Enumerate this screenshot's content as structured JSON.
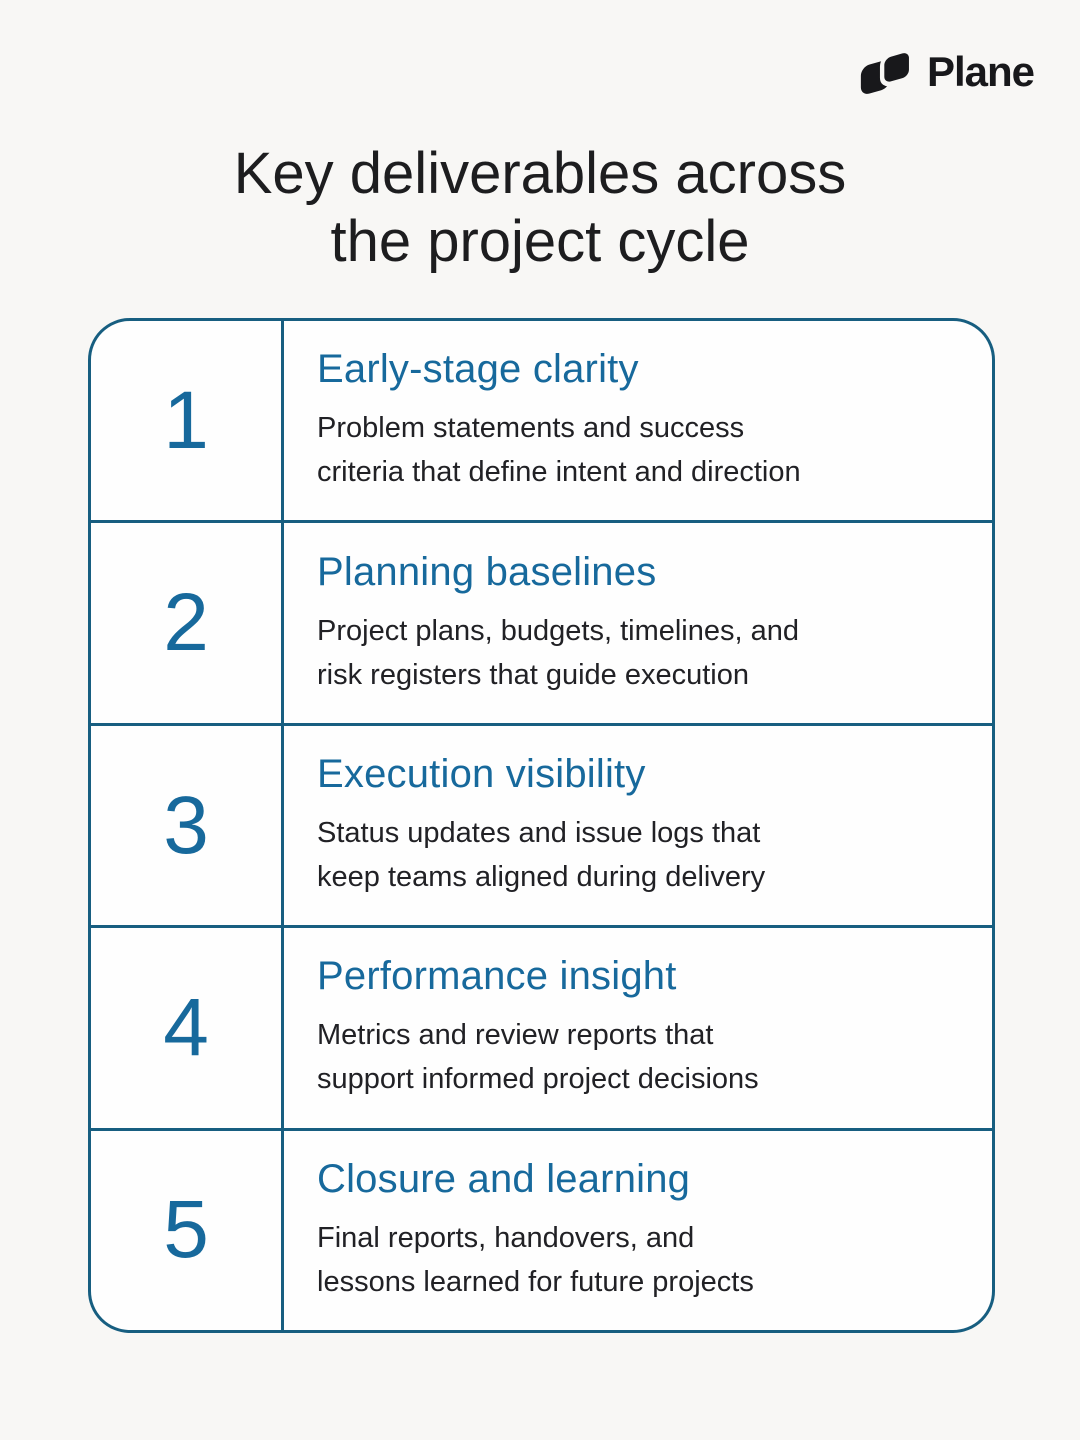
{
  "brand": {
    "name": "Plane",
    "logo_icon": "plane-logo-mark"
  },
  "title": {
    "line1": "Key deliverables across",
    "line2": "the project cycle"
  },
  "table": {
    "rows": [
      {
        "number": "1",
        "heading": "Early-stage clarity",
        "description_lines": [
          "Problem statements and success",
          "criteria that define intent and direction"
        ]
      },
      {
        "number": "2",
        "heading": "Planning baselines",
        "description_lines": [
          "Project plans, budgets, timelines, and",
          "risk registers that guide execution"
        ]
      },
      {
        "number": "3",
        "heading": "Execution visibility",
        "description_lines": [
          "Status updates and issue logs that",
          "keep teams aligned during delivery"
        ]
      },
      {
        "number": "4",
        "heading": "Performance insight",
        "description_lines": [
          "Metrics and review reports that",
          "support informed project decisions"
        ]
      },
      {
        "number": "5",
        "heading": "Closure and learning",
        "description_lines": [
          "Final reports, handovers, and",
          "lessons learned for future projects"
        ]
      }
    ]
  },
  "colors": {
    "accent_blue": "#17699c",
    "border_teal": "#175e80",
    "text_dark": "#1d1d1f",
    "page_background": "#f8f7f5",
    "card_background": "#fefefe"
  }
}
